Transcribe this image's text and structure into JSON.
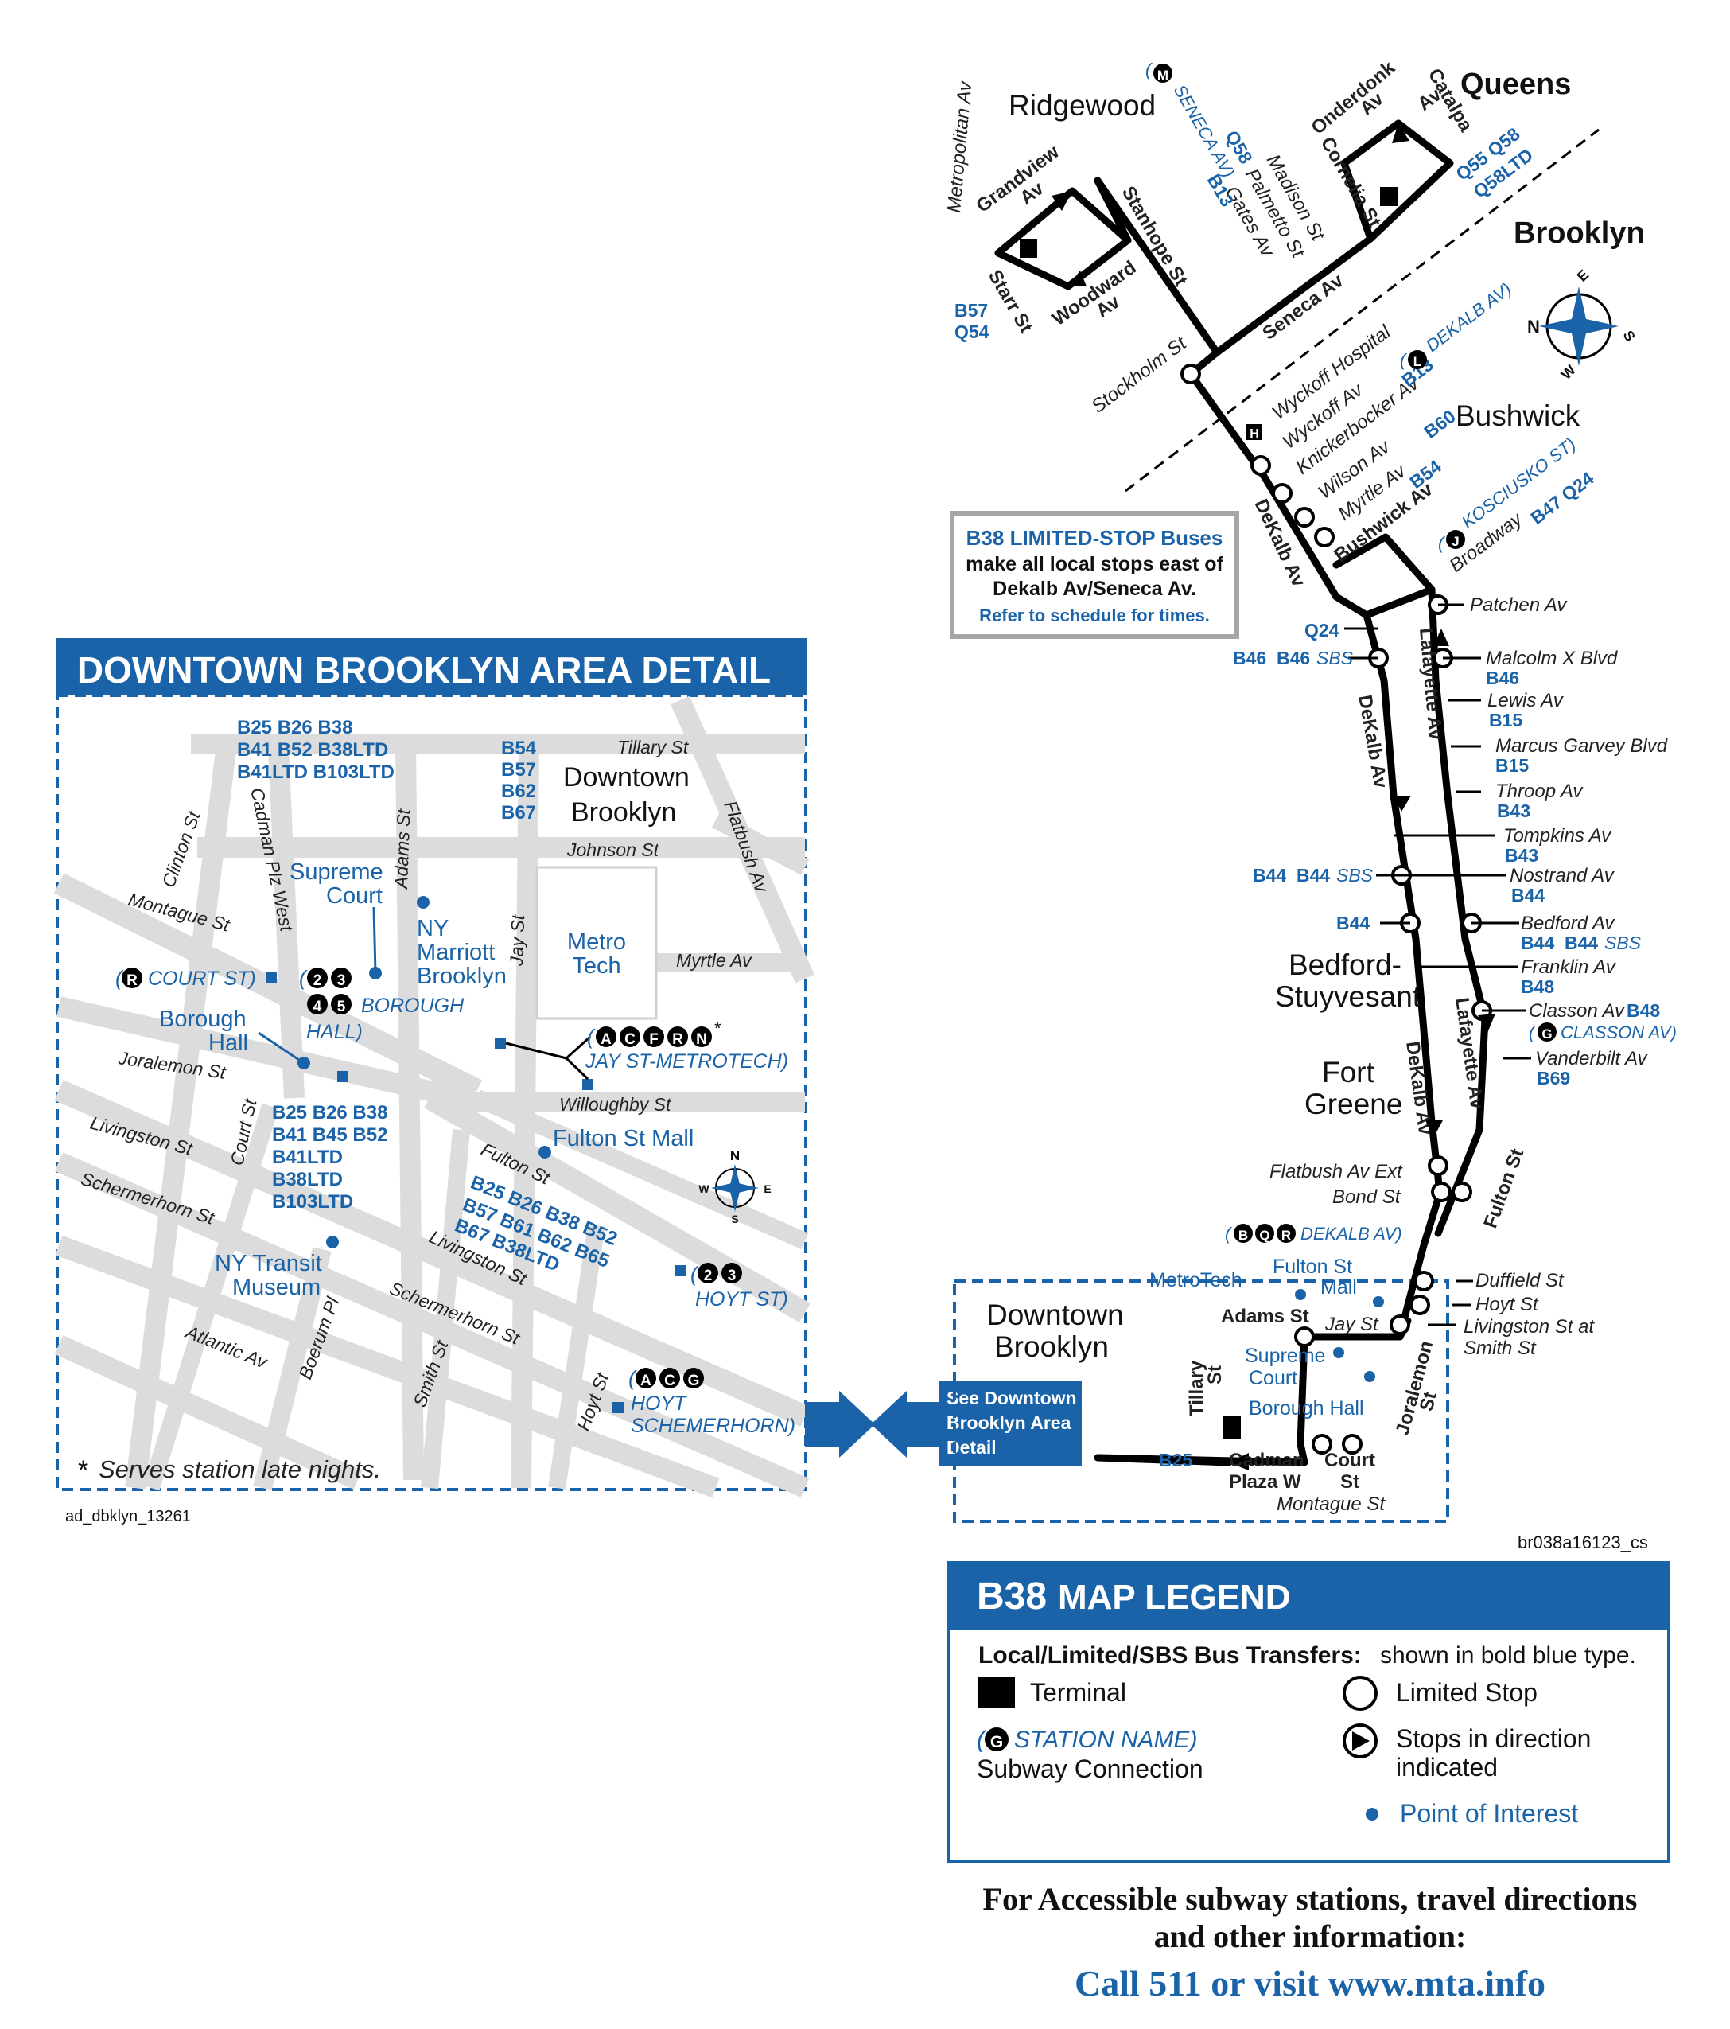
{
  "main_map": {
    "areas": {
      "queens": "Queens",
      "brooklyn": "Brooklyn",
      "ridgewood": "Ridgewood",
      "bushwick": "Bushwick",
      "bed_stuy_1": "Bedford-",
      "bed_stuy_2": "Stuyvesant",
      "fort_1": "Fort",
      "fort_2": "Greene",
      "downtown_1": "Downtown",
      "downtown_2": "Brooklyn"
    },
    "streets": {
      "metropolitan": "Metropolitan Av",
      "grandview_1": "Grandview",
      "grandview_2": "Av",
      "starr": "Starr St",
      "woodward_1": "Woodward",
      "woodward_2": "Av",
      "stanhope": "Stanhope St",
      "seneca": "Seneca Av",
      "onderdonk_1": "Onderdonk",
      "onderdonk_2": "Av",
      "catalpa_1": "Catalpa",
      "catalpa_2": "Av",
      "cornelia": "Cornelia St",
      "madison": "Madison St",
      "palmetto": "Palmetto St",
      "gates": "Gates Av",
      "stockholm": "Stockholm St",
      "wyckoff_hosp": "Wyckoff Hospital",
      "wyckoff_av": "Wyckoff Av",
      "knickerbocker": "Knickerbocker Av",
      "wilson": "Wilson Av",
      "myrtle": "Myrtle Av",
      "bushwick_av": "Bushwick Av",
      "broadway": "Broadway",
      "dekalb_1": "DeKalb Av",
      "dekalb_2": "DeKalb Av",
      "dekalb_3": "DeKalb Av",
      "lafayette_1": "Lafayette Av",
      "lafayette_2": "Lafayette Av",
      "patchen": "Patchen Av",
      "malcolm": "Malcolm X Blvd",
      "lewis": "Lewis Av",
      "marcus": "Marcus Garvey Blvd",
      "throop": "Throop Av",
      "tompkins": "Tompkins Av",
      "nostrand": "Nostrand Av",
      "bedford": "Bedford Av",
      "franklin": "Franklin Av",
      "classon": "Classon Av",
      "vanderbilt": "Vanderbilt Av",
      "flatbush_ext": "Flatbush Av Ext",
      "bond": "Bond St",
      "fulton": "Fulton St",
      "duffield": "Duffield St",
      "hoyt": "Hoyt St",
      "livingston_1": "Livingston St at",
      "livingston_2": "Smith St",
      "jay": "Jay St",
      "adams": "Adams St",
      "tillary_1": "Tillary",
      "tillary_2": "St",
      "joralemon_1": "Joralemon",
      "joralemon_2": "St",
      "cadman_1": "Cadman",
      "cadman_2": "Plaza W",
      "court_1": "Court",
      "court_2": "St",
      "montague": "Montague St"
    },
    "routes": {
      "b57": "B57",
      "q54": "Q54",
      "q58": "Q58",
      "b13": "B13",
      "q55q58": "Q55 Q58",
      "q58ltd": "Q58LTD",
      "b13b": "B13",
      "b60": "B60",
      "b54": "B54",
      "b47q24": "B47 Q24",
      "q24": "Q24",
      "b46a": "B46",
      "b46sbs_a": "B46",
      "sbs": "SBS",
      "b46b": "B46",
      "b15a": "B15",
      "b15b": "B15",
      "b43a": "B43",
      "b43b": "B43",
      "b44a": "B44",
      "b44sbs_a": "B44",
      "b44b": "B44",
      "b44c": "B44",
      "b44d": "B44",
      "b44sbs_b": "B44",
      "b48a": "B48",
      "b48b": "B48",
      "b69": "B69",
      "b25": "B25"
    },
    "subway": {
      "seneca": "SENECA AV)",
      "dekalb_l": "DEKALB AV)",
      "kosciusko": "KOSCIUSKO ST)",
      "dekalb_bqr": "DEKALB AV)",
      "classon": "CLASSON AV)"
    },
    "poi": {
      "metrotech": "MetroTech",
      "fulton_mall_1": "Fulton St",
      "fulton_mall_2": "Mall",
      "supreme_1": "Supreme",
      "supreme_2": "Court",
      "borough_hall": "Borough Hall"
    },
    "callout": {
      "line1": "B38 LIMITED-STOP Buses",
      "line2": "make all local stops east of",
      "line3": "Dekalb Av/Seneca Av.",
      "line4": "Refer to schedule for times."
    },
    "see_detail": {
      "line1": "See Downtown",
      "line2": "Brooklyn Area",
      "line3": "Detail"
    },
    "map_id": "br038a16123_cs",
    "compass": {
      "n": "N",
      "e": "E",
      "s": "S",
      "w": "W"
    }
  },
  "detail": {
    "title": "DOWNTOWN BROOKLYN AREA DETAIL",
    "code": "ad_dbklyn_13261",
    "footnote_star": "*",
    "footnote": "Serves station late nights.",
    "streets": {
      "tillary": "Tillary St",
      "johnson": "Johnson St",
      "myrtle": "Myrtle Av",
      "willoughby": "Willoughby St",
      "clinton": "Clinton St",
      "cadman": "Cadman Plz West",
      "adams": "Adams St",
      "jay": "Jay St",
      "flatbush": "Flatbush Av",
      "montague": "Montague St",
      "joralemon": "Joralemon St",
      "livingston_w": "Livingston St",
      "court": "Court St",
      "schermerhorn_w": "Schermerhorn St",
      "fulton": "Fulton St",
      "livingston_e": "Livingston St",
      "schermerhorn_e": "Schermerhorn St",
      "atlantic": "Atlantic Av",
      "boerum": "Boerum Pl",
      "smith": "Smith St",
      "hoyt": "Hoyt St"
    },
    "routes": {
      "top_1": "B25 B26 B38",
      "top_2": "B41 B52 B38LTD",
      "top_3": "B41LTD B103LTD",
      "jay_1": "B54",
      "jay_2": "B57",
      "jay_3": "B62",
      "jay_4": "B67",
      "mid_1": "B25 B26 B38",
      "mid_2": "B41 B45 B52",
      "mid_3": "B41LTD",
      "mid_4": "B38LTD",
      "mid_5": "B103LTD",
      "fult_1": "B25 B26 B38 B52",
      "fult_2": "B57 B61 B62 B65",
      "fult_3": "B67 B38LTD"
    },
    "places": {
      "downtown_1": "Downtown",
      "downtown_2": "Brooklyn",
      "supreme_1": "Supreme",
      "supreme_2": "Court",
      "marriott_1": "NY",
      "marriott_2": "Marriott",
      "marriott_3": "Brooklyn",
      "metrotech_1": "Metro",
      "metrotech_2": "Tech",
      "borough_1": "Borough",
      "borough_2": "Hall",
      "fulton_mall": "Fulton St Mall",
      "transit_1": "NY Transit",
      "transit_2": "Museum"
    },
    "stations": {
      "court": "COURT ST)",
      "borough_1": "BOROUGH",
      "borough_2": "HALL)",
      "jay": "JAY ST-METROTECH)",
      "hoyt": "HOYT ST)",
      "hoyt_sch_1": "HOYT",
      "hoyt_sch_2": "SCHEMERHORN)",
      "star": "*"
    },
    "compass": {
      "n": "N",
      "e": "E",
      "s": "S",
      "w": "W"
    }
  },
  "legend": {
    "title_bold": "B38",
    "title_rest": "MAP LEGEND",
    "transfers_bold": "Local/Limited/SBS Bus Transfers:",
    "transfers_rest": "shown in bold blue type.",
    "terminal": "Terminal",
    "limited_stop": "Limited Stop",
    "station_name": "STATION NAME)",
    "subway_connection": "Subway Connection",
    "stops_dir_1": "Stops in direction",
    "stops_dir_2": "indicated",
    "poi": "Point of Interest"
  },
  "footer": {
    "line1": "For Accessible subway stations, travel directions",
    "line2": "and other information:",
    "line3": "Call 511 or visit www.mta.info"
  },
  "bullets": {
    "M": "M",
    "L": "L",
    "J": "J",
    "B": "B",
    "Q": "Q",
    "R": "R",
    "G": "G",
    "2": "2",
    "3": "3",
    "4": "4",
    "5": "5",
    "A": "A",
    "C": "C",
    "F": "F",
    "N": "N"
  },
  "colors": {
    "mta_blue": "#1a63a8",
    "street_gray": "#dcdcdc",
    "route_black": "#000000"
  }
}
